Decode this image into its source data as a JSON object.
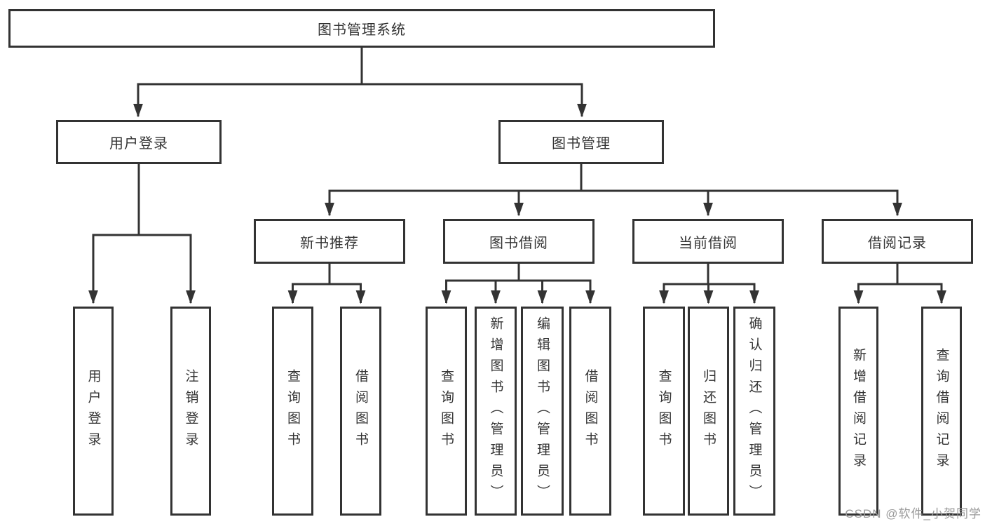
{
  "diagram": {
    "root": {
      "label": "图书管理系统"
    },
    "level2": [
      {
        "label": "用户登录"
      },
      {
        "label": "图书管理"
      }
    ],
    "level3": [
      {
        "label": "新书推荐"
      },
      {
        "label": "图书借阅"
      },
      {
        "label": "当前借阅"
      },
      {
        "label": "借阅记录"
      }
    ],
    "leaves": [
      {
        "label": "用户登录",
        "parent": "用户登录"
      },
      {
        "label": "注销登录",
        "parent": "用户登录"
      },
      {
        "label": "查询图书",
        "parent": "新书推荐"
      },
      {
        "label": "借阅图书",
        "parent": "新书推荐"
      },
      {
        "label": "查询图书",
        "parent": "图书借阅"
      },
      {
        "label": "新增图书（管理员）",
        "parent": "图书借阅"
      },
      {
        "label": "编辑图书（管理员）",
        "parent": "图书借阅"
      },
      {
        "label": "借阅图书",
        "parent": "图书借阅"
      },
      {
        "label": "查询图书",
        "parent": "当前借阅"
      },
      {
        "label": "归还图书",
        "parent": "当前借阅"
      },
      {
        "label": "确认归还（管理员）",
        "parent": "当前借阅"
      },
      {
        "label": "新增借阅记录",
        "parent": "借阅记录"
      },
      {
        "label": "查询借阅记录",
        "parent": "借阅记录"
      }
    ]
  },
  "watermark": {
    "text": "CSDN @软件_小贺同学"
  },
  "colors": {
    "line": "#333333",
    "box_border": "#333333",
    "text": "#333333",
    "watermark": "#9a9a9a",
    "background": "#ffffff"
  }
}
